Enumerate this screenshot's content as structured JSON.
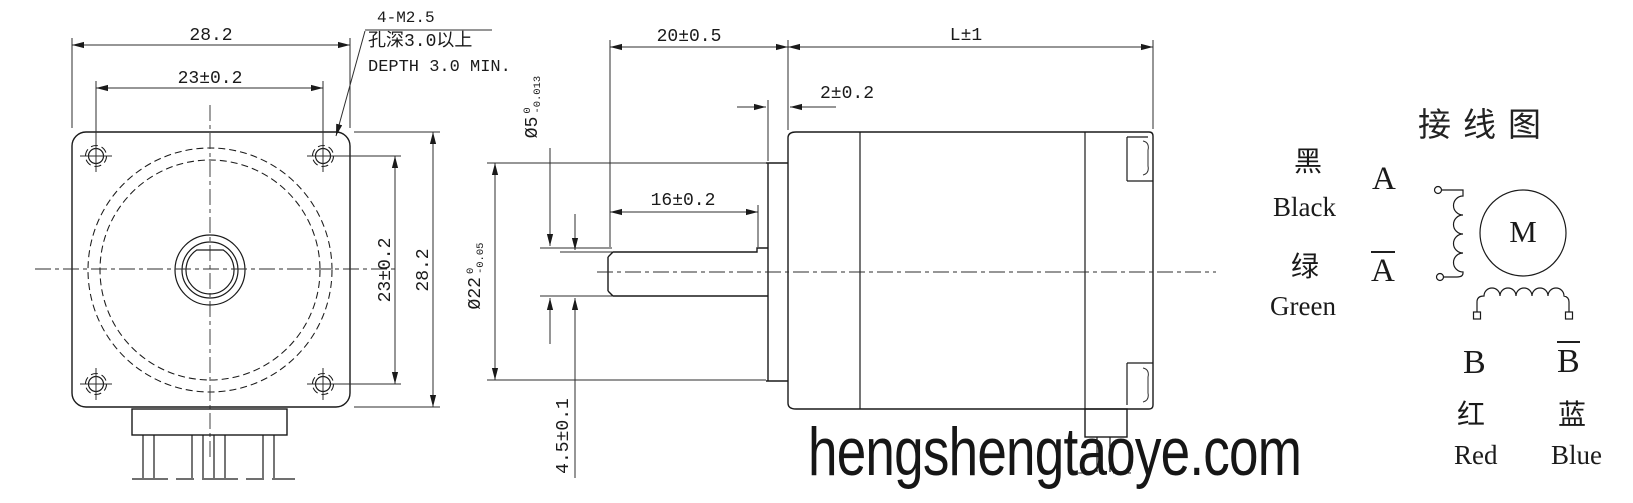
{
  "front_view": {
    "dim_flange_width": "28.2",
    "dim_hole_spacing_h": "23±0.2",
    "dim_hole_spacing_v": "23±0.2",
    "dim_flange_height": "28.2",
    "tap_note_line1": "4-M2.5",
    "tap_note_line2": "孔深3.0以上",
    "tap_note_line3": "DEPTH 3.0 MIN."
  },
  "side_view": {
    "dim_shaft_extension": "20±0.5",
    "dim_pilot_depth": "2±0.2",
    "dim_body_length": "L±1",
    "dim_flat_length": "16±0.2",
    "dim_flat_across": "4.5±0.1",
    "shaft_dia": {
      "main": "Ø5",
      "tol_upper": "0",
      "tol_lower": "-0.013"
    },
    "pilot_dia": {
      "main": "Ø22",
      "tol_upper": "0",
      "tol_lower": "-0.05"
    }
  },
  "wiring": {
    "title": "接线图",
    "motor_symbol": "M",
    "phase_a_label": "A",
    "phase_a_bar_label": "A",
    "phase_b_label": "B",
    "phase_b_bar_label": "B",
    "black_cn": "黑",
    "black_en": "Black",
    "green_cn": "绿",
    "green_en": "Green",
    "red_cn": "红",
    "red_en": "Red",
    "blue_cn": "蓝",
    "blue_en": "Blue"
  },
  "watermark": "hengshengtaoye.com"
}
